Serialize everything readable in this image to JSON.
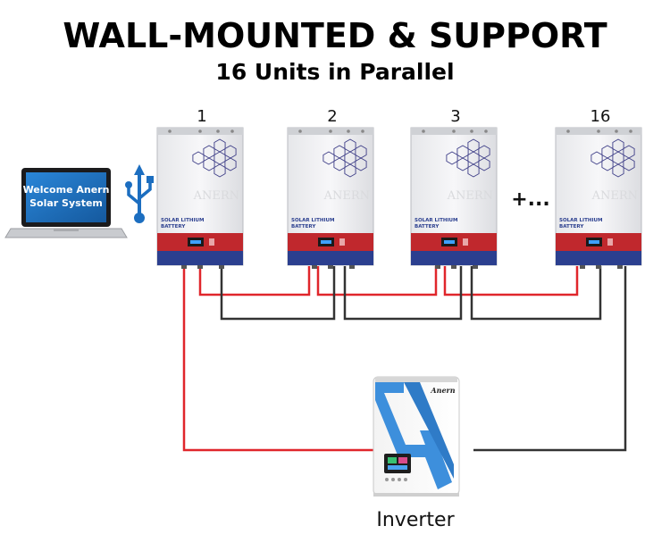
{
  "header": {
    "title": "WALL-MOUNTED & SUPPORT",
    "subtitle": "16 Units in Parallel"
  },
  "laptop": {
    "screen_line1": "Welcome Anern",
    "screen_line2": "Solar System"
  },
  "usb": {
    "icon": "usb-icon"
  },
  "batteries": [
    {
      "number": "1"
    },
    {
      "number": "2"
    },
    {
      "number": "3"
    },
    {
      "number": "16"
    }
  ],
  "battery_label": {
    "line1": "SOLAR LITHIUM",
    "line2": "BATTERY",
    "brand_watermark": "ANERN"
  },
  "ellipsis": "+...",
  "inverter": {
    "brand": "Anern",
    "label": "Inverter"
  },
  "colors": {
    "positive_cable": "#e0262b",
    "negative_cable": "#333333",
    "battery_band": "#c0282d",
    "battery_base": "#2b3f8f",
    "laptop_screen": "#1c6ec0",
    "inverter_accent": "#3d8fdc"
  }
}
